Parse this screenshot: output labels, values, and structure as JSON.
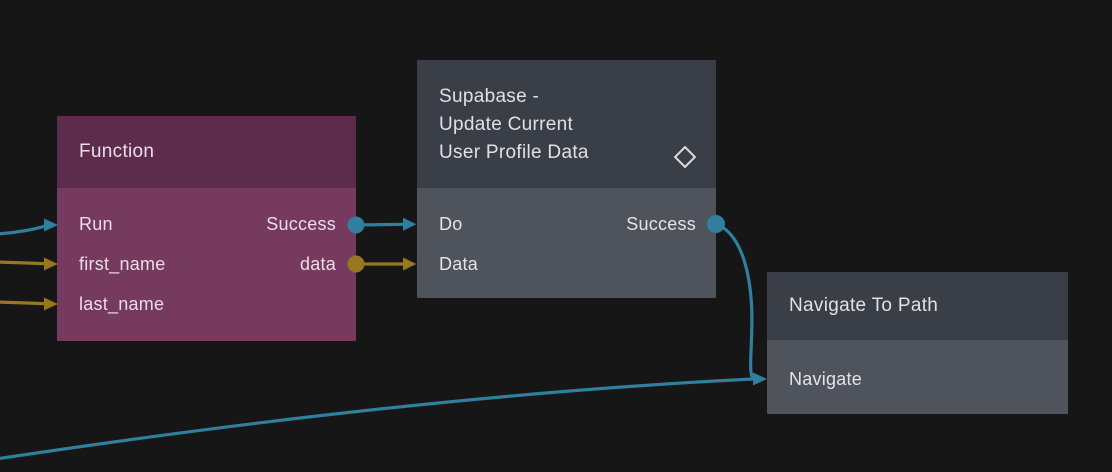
{
  "app": {
    "name": "node-graph-editor"
  },
  "colors": {
    "background": "#161617",
    "signal_connection": "#2f7f9d",
    "data_connection": "#97771f",
    "function_header": "#5d2b4b",
    "function_body": "#753a5e",
    "slate_header": "#3a3e47",
    "slate_body": "#4f535c"
  },
  "nodes": [
    {
      "id": "function",
      "title": "Function",
      "inputs": [
        "Run",
        "first_name",
        "last_name"
      ],
      "outputs": [
        "Success",
        "data"
      ]
    },
    {
      "id": "supabase-update-current-user-profile-data",
      "title": "Supabase - Update Current User Profile Data",
      "title_lines": [
        "Supabase -",
        "Update Current",
        "User Profile Data"
      ],
      "icon": "diamond-icon",
      "inputs": [
        "Do",
        "Data"
      ],
      "outputs": [
        "Success"
      ]
    },
    {
      "id": "navigate-to-path",
      "title": "Navigate To Path",
      "inputs": [
        "Navigate"
      ],
      "outputs": []
    }
  ],
  "edges": [
    {
      "from": "offscreen-left",
      "to": "function.Run",
      "type": "signal",
      "color": "#2f7f9d"
    },
    {
      "from": "offscreen-left",
      "to": "function.first_name",
      "type": "data",
      "color": "#97771f"
    },
    {
      "from": "offscreen-left",
      "to": "function.last_name",
      "type": "data",
      "color": "#97771f"
    },
    {
      "from": "function.Success",
      "to": "supabase.Do",
      "type": "signal",
      "color": "#2f7f9d"
    },
    {
      "from": "function.data",
      "to": "supabase.Data",
      "type": "data",
      "color": "#97771f"
    },
    {
      "from": "supabase.Success",
      "to": "navigate-to-path.Navigate",
      "type": "signal",
      "color": "#2f7f9d"
    },
    {
      "from": "offscreen-bottom-left",
      "to": "navigate-to-path.Navigate",
      "type": "signal",
      "color": "#2f7f9d"
    }
  ]
}
